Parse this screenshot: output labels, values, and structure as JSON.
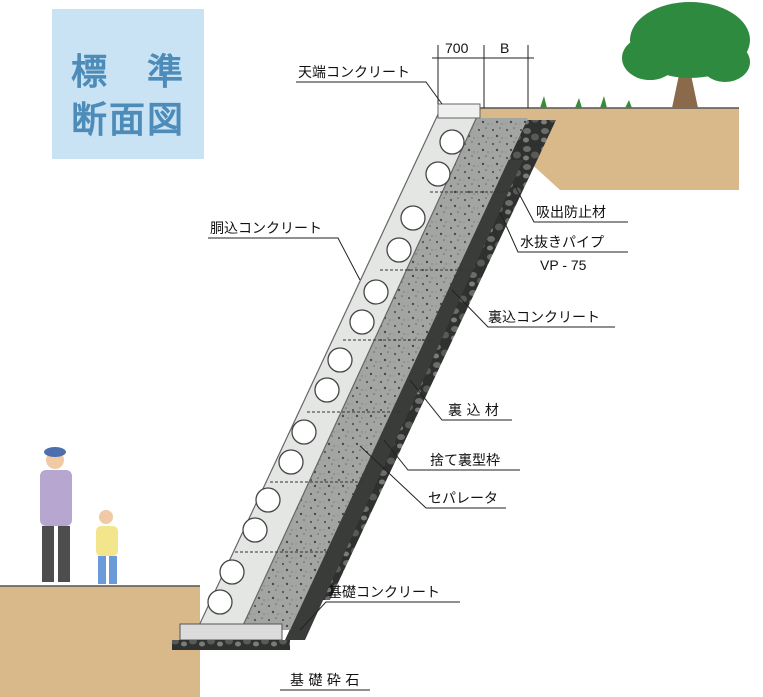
{
  "title": {
    "line1": "標　準",
    "line2": "断面図"
  },
  "dimensions": {
    "top_width": "700",
    "b_width": "B"
  },
  "labels": {
    "crest_concrete": "天端コンクリート",
    "drain_prevention": "吸出防止材",
    "drain_pipe": "水抜きパイプ",
    "drain_pipe_spec": "VP - 75",
    "body_concrete": "胴込コンクリート",
    "back_concrete": "裏込コンクリート",
    "backfill": "裏 込 材",
    "back_formwork": "捨て裏型枠",
    "separator": "セパレータ",
    "foundation_concrete": "基礎コンクリート",
    "foundation_gravel": "基 礎 砕 石"
  },
  "colors": {
    "title_bg": "#c9e3f4",
    "title_text": "#4d8bb8",
    "ground": "#d9b98a",
    "block": "#e4e6e4",
    "concrete": "#9a9c9a",
    "backfill_dark": "#3a3c3a",
    "tree": "#2e8a3e"
  }
}
